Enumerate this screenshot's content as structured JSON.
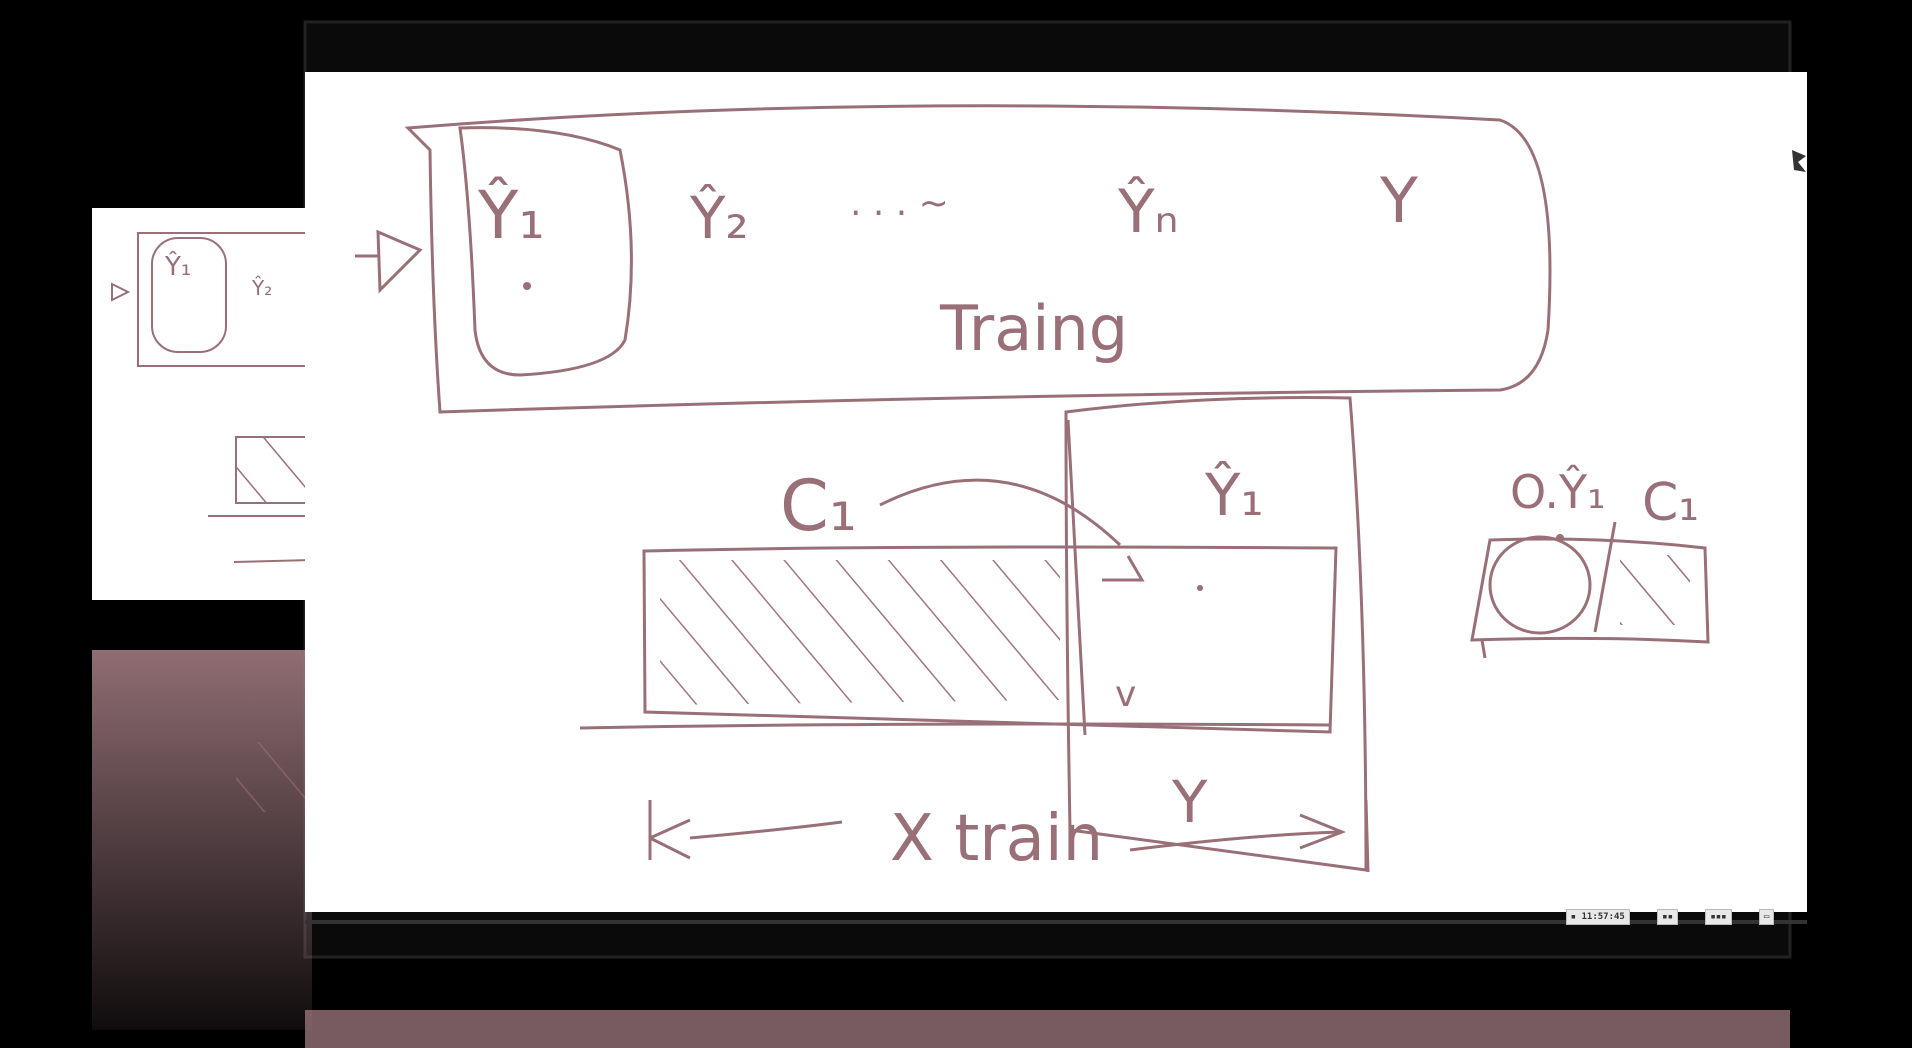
{
  "colors": {
    "background": "#000000",
    "whiteboard": "#ffffff",
    "ink": "#9a7078",
    "reflection": "#a07a80"
  },
  "whiteboard": {
    "labels": {
      "y_hat_1": "Ŷ₁",
      "y_hat_2": "Ŷ₂",
      "ellipsis": ". . . ~",
      "y_hat_n": "Ŷₙ",
      "y": "Y",
      "training": "Traing",
      "c1_left": "C₁",
      "y_hat_1_box": "Ŷ₁",
      "x_train": "X train",
      "y_bottom": "Y",
      "v_mark": "v",
      "c1_right": "C₁",
      "o_y_hat": "O.Ŷ₁"
    }
  },
  "taskbar": {
    "items": [
      "▪ 11:57:45",
      "▪▪",
      "▪▪▪",
      "▭"
    ]
  }
}
